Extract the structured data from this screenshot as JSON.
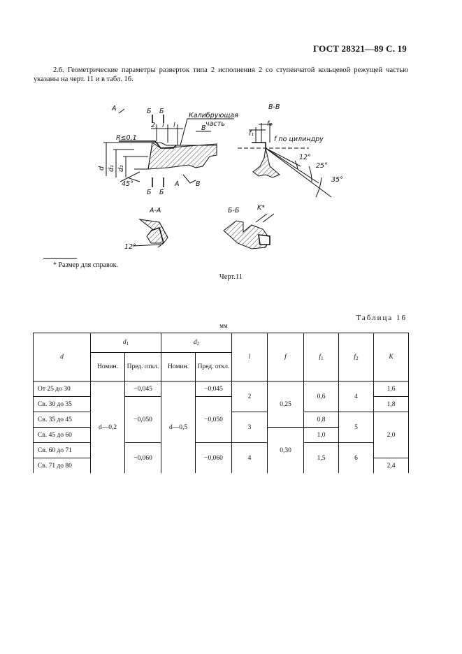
{
  "header": {
    "title": "ГОСТ 28321—89 С. 19"
  },
  "paragraph": "2.6. Геометрические параметры разверток типа 2 исполнения 2 со ступенчатой кольцевой режущей частью указаны на черт. 11 и в табл. 16.",
  "drawing": {
    "labels": {
      "A_top": "А",
      "B_top1": "Б",
      "B_top2": "Б",
      "dim_2": "2",
      "dim_l1": "l",
      "dim_l2": "l",
      "calib1": "Калибрующая",
      "calib2": "часть",
      "V_arrow": "В",
      "R": "R≤0,1",
      "d": "d",
      "d1": "d₁",
      "d2": "d₂",
      "angle45": "45°",
      "B_bot1": "Б",
      "B_bot2": "Б",
      "A_bot": "А",
      "V_bot": "В",
      "VV": "В-В",
      "f1": "f₁",
      "f2": "f₂",
      "f_cyl": "f по цилиндру",
      "a12": "12°",
      "a25": "25°",
      "a35": "35°",
      "AA": "А-А",
      "a12b": "12°",
      "BB": "Б-Б",
      "K": "K*"
    }
  },
  "footnote": "* Размер для справок.",
  "figure_caption": "Черт.11",
  "table": {
    "caption": "Таблица 16",
    "units": "мм",
    "headers": {
      "d": "d",
      "d1": "d",
      "d1_sub": "1",
      "d2": "d",
      "d2_sub": "2",
      "nomin": "Номин.",
      "pred": "Пред. откл.",
      "l": "l",
      "f": "f",
      "f1": "f",
      "f1_sub": "1",
      "f2": "f",
      "f2_sub": "2",
      "K": "K"
    },
    "rows": [
      {
        "d": "От 25 до 30",
        "d1_pred": "−0,045",
        "d2_pred": "−0,045",
        "K": "1,6"
      },
      {
        "d": "Св. 30 до 35",
        "K": "1,8"
      },
      {
        "d": "Св. 35 до 45",
        "d1_pred": "−0,050",
        "d2_pred": "−0,050",
        "f1": "0,8"
      },
      {
        "d": "Св. 45 до 60",
        "f1": "1,0",
        "K": "2,0"
      },
      {
        "d": "Св. 60 до 71",
        "d1_pred": "−0,060",
        "d2_pred": "−0,060"
      },
      {
        "d": "Св. 71 до 80",
        "K": "2,4"
      }
    ],
    "merged": {
      "d1_nomin": "d—0,2",
      "d2_nomin": "d—0,5",
      "l_a": "2",
      "l_b": "3",
      "l_c": "4",
      "f_a": "0,25",
      "f_b": "0,30",
      "f1_a": "0,6",
      "f1_c": "1,5",
      "f2_a": "4",
      "f2_b": "5",
      "f2_c": "6"
    }
  }
}
